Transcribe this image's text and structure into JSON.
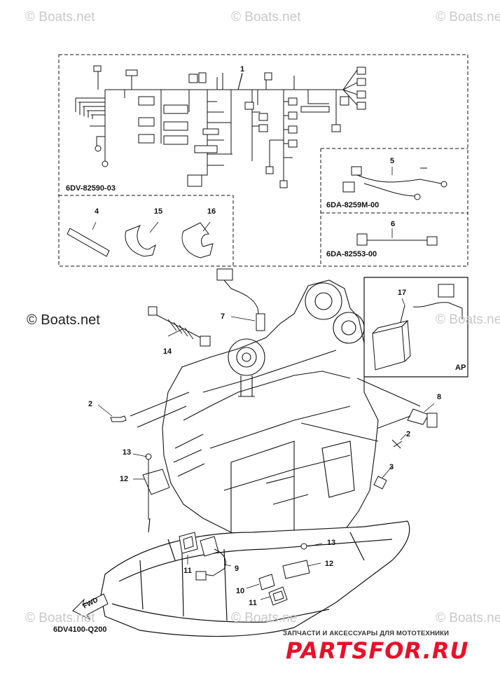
{
  "watermarks": {
    "top_left": "© Boats.net",
    "top_center": "© Boats.net",
    "top_right": "© Boats.ne",
    "mid_left": "© Boats.net",
    "mid_right": "© Boats.ne",
    "bottom_left": "© Boats.net",
    "bottom_center": "© Boats.ne",
    "bottom_right": "© Boats.ne"
  },
  "part_codes": {
    "harness": "6DV-82590-03",
    "sub_harness_5": "6DA-8259M-00",
    "sub_harness_6": "6DA-82553-00",
    "ap_box": "AP",
    "diagram": "6DV4100-Q200",
    "fwd": "FWD"
  },
  "callouts": [
    "1",
    "2",
    "3",
    "4",
    "5",
    "6",
    "7",
    "8",
    "9",
    "10",
    "11",
    "12",
    "13",
    "14",
    "15",
    "16",
    "17",
    "2",
    "11",
    "12",
    "13"
  ],
  "footer": {
    "subtitle": "ЗАПЧАСТИ И АКСЕССУАРЫ ДЛЯ МОТОТЕХНИКИ",
    "brand": "PARTSFOR.RU",
    "brand_color": "#e8102a"
  }
}
